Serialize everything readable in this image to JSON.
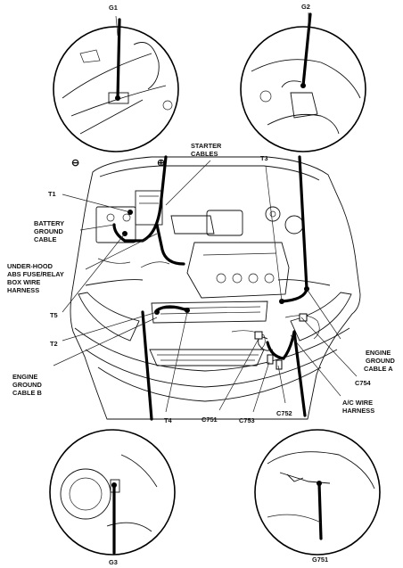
{
  "labels": {
    "g1": "G1",
    "g2": "G2",
    "g3": "G3",
    "g751": "G751",
    "starter1": "STARTER",
    "starter2": "CABLES",
    "t1": "T1",
    "t2": "T2",
    "t3": "T3",
    "t4": "T4",
    "t5": "T5",
    "bat1": "BATTERY",
    "bat2": "GROUND",
    "bat3": "CABLE",
    "uh1": "UNDER-HOOD",
    "uh2": "ABS FUSE/RELAY",
    "uh3": "BOX WIRE",
    "uh4": "HARNESS",
    "egb1": "ENGINE",
    "egb2": "GROUND",
    "egb3": "CABLE B",
    "ega1": "ENGINE",
    "ega2": "GROUND",
    "ega3": "CABLE A",
    "c751": "C751",
    "c752": "C752",
    "c753": "C753",
    "c754": "C754",
    "ac1": "A/C WIRE",
    "ac2": "HARNESS",
    "minus": "⊖",
    "plus": "⊕"
  }
}
